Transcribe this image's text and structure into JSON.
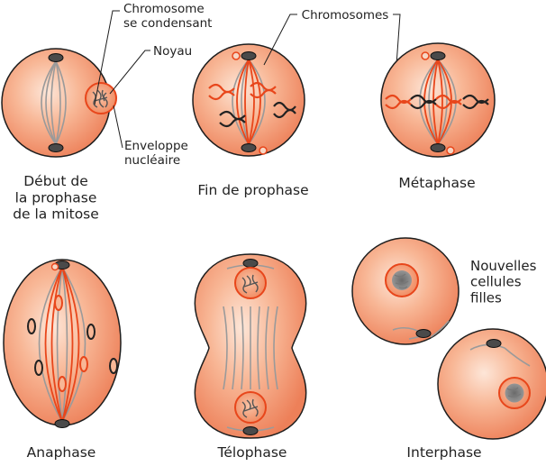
{
  "colors": {
    "cell_light": "#fbe1d2",
    "cell_mid": "#f7b090",
    "cell_dark": "#ec7f55",
    "outline": "#1e1e1e",
    "spindle_gray": "#9a9a9a",
    "spindle_red": "#e8461b",
    "centrosome": "#4a4a4a",
    "nucleus_fill": "#f3a07c",
    "nucleus_stroke": "#e8461b"
  },
  "stages": {
    "early_prophase": "Début de\nla prophase\nde la mitose",
    "late_prophase": "Fin de prophase",
    "metaphase": "Métaphase",
    "anaphase": "Anaphase",
    "telophase": "Télophase",
    "interphase": "Interphase"
  },
  "callouts": {
    "chromosome_condensing": "Chromosome\nse condensant",
    "nucleus": "Noyau",
    "nuclear_envelope": "Enveloppe\nnucléaire",
    "chromosomes": "Chromosomes",
    "daughter_cells": "Nouvelles\ncellules\nfilles"
  },
  "icons": {
    "centrosome": "centrosome-icon",
    "chromosome": "chromosome-icon"
  }
}
